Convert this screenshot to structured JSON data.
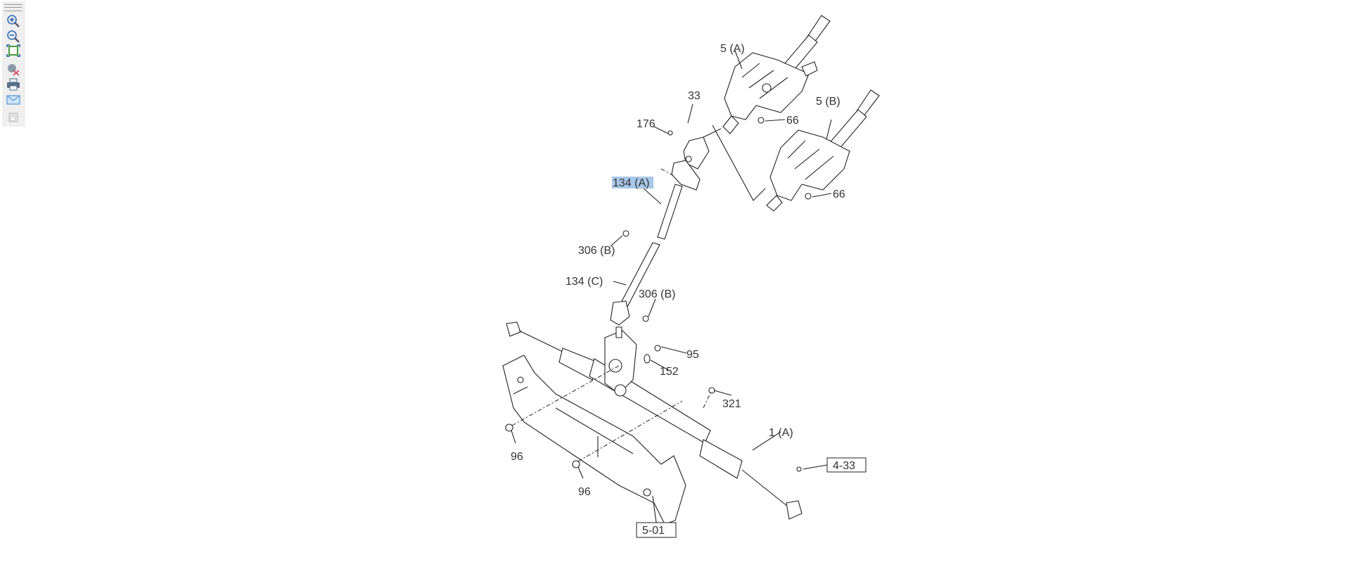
{
  "toolbar": {
    "buttons": [
      {
        "name": "zoom-in-icon"
      },
      {
        "name": "zoom-out-icon"
      },
      {
        "name": "fit-to-window-icon"
      },
      {
        "name": "clear-selection-icon"
      },
      {
        "name": "print-icon"
      },
      {
        "name": "email-icon"
      },
      {
        "name": "window-icon"
      }
    ]
  },
  "colors": {
    "highlight": "#a8c8e8",
    "line": "#222222"
  },
  "callouts": {
    "c5a": "5 (A)",
    "c5b": "5 (B)",
    "c33": "33",
    "c176": "176",
    "c66a": "66",
    "c66b": "66",
    "c134a": "134 (A)",
    "c306a": "306 (B)",
    "c134c": "134 (C)",
    "c306b": "306 (B)",
    "c95": "95",
    "c152": "152",
    "c321": "321",
    "c1a": "1 (A)",
    "c96a": "96",
    "c96b": "96"
  },
  "references": {
    "r433": "4-33",
    "r501": "5-01"
  }
}
